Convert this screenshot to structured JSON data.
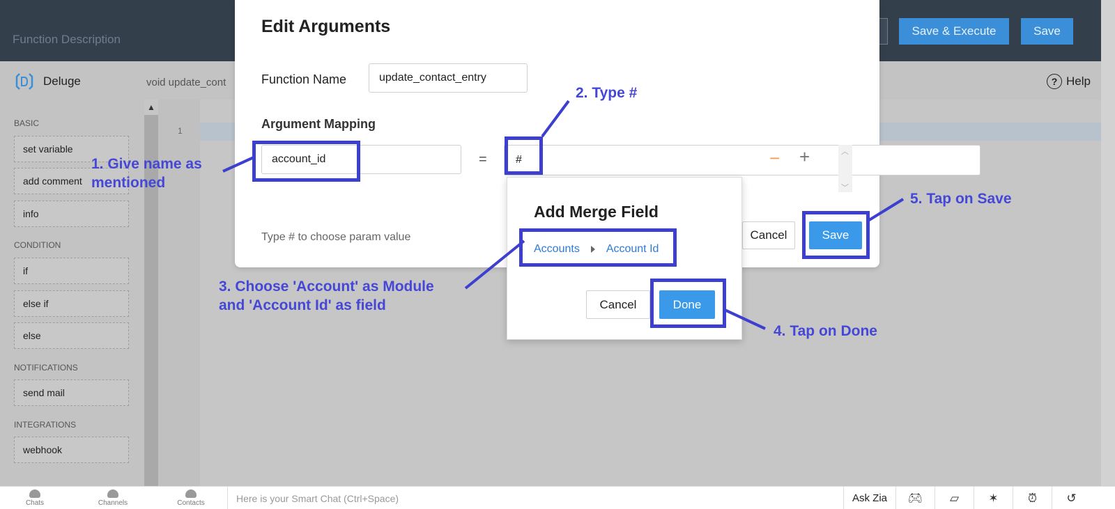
{
  "header": {
    "function_description_placeholder": "Function Description",
    "save_execute_label": "Save & Execute",
    "save_label": "Save"
  },
  "editor": {
    "language_label": "Deluge",
    "signature": "void  update_cont",
    "help_label": "Help",
    "line_number": "1"
  },
  "sidebar": {
    "sections": [
      {
        "heading": "BASIC",
        "items": [
          "set variable",
          "add comment",
          "info"
        ]
      },
      {
        "heading": "CONDITION",
        "items": [
          "if",
          "else if",
          "else"
        ]
      },
      {
        "heading": "NOTIFICATIONS",
        "items": [
          "send mail"
        ]
      },
      {
        "heading": "INTEGRATIONS",
        "items": [
          "webhook"
        ]
      }
    ]
  },
  "modal": {
    "title": "Edit Arguments",
    "function_name_label": "Function Name",
    "function_name_value": "update_contact_entry",
    "argument_mapping_label": "Argument Mapping",
    "argument_name_value": "account_id",
    "equals": "=",
    "argument_value": "#",
    "minus": "−",
    "plus": "+",
    "hint": "Type # to choose param value",
    "cancel_label": "Cancel",
    "save_label": "Save"
  },
  "merge_popup": {
    "title": "Add Merge Field",
    "module": "Accounts",
    "field": "Account Id",
    "cancel_label": "Cancel",
    "done_label": "Done"
  },
  "annotations": {
    "step1_line1": "1. Give name as",
    "step1_line2": "mentioned",
    "step2": "2. Type #",
    "step3_line1": "3. Choose 'Account' as Module",
    "step3_line2": "and 'Account Id' as field",
    "step4": "4. Tap on Done",
    "step5": "5. Tap on Save",
    "color": "#3d3fcf"
  },
  "bottombar": {
    "tabs": [
      "Chats",
      "Channels",
      "Contacts"
    ],
    "chat_placeholder": "Here is your Smart Chat (Ctrl+Space)",
    "ask_zia_label": "Ask Zia"
  }
}
